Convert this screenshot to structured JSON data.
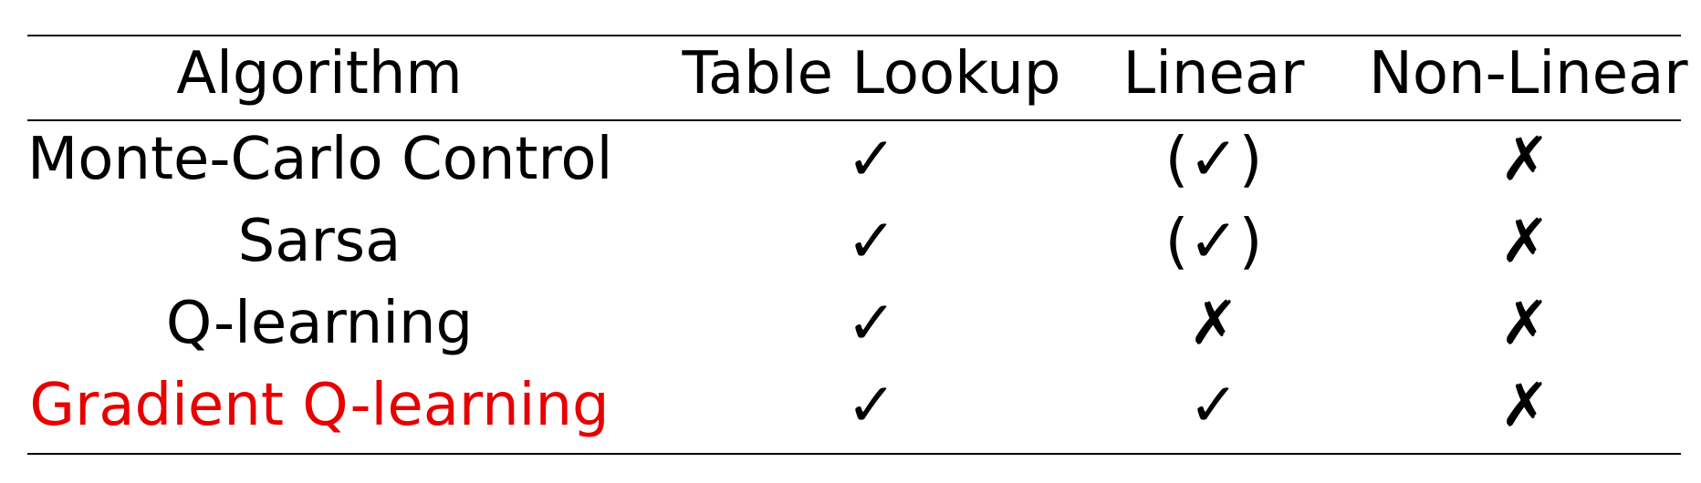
{
  "table": {
    "headers": [
      "Algorithm",
      "Table Lookup",
      "Linear",
      "Non-Linear"
    ],
    "rows": [
      {
        "algorithm": "Monte-Carlo Control",
        "table_lookup": "✓",
        "linear": "(✓)",
        "non_linear": "✗",
        "color": "#000000"
      },
      {
        "algorithm": "Sarsa",
        "table_lookup": "✓",
        "linear": "(✓)",
        "non_linear": "✗",
        "color": "#000000"
      },
      {
        "algorithm": "Q-learning",
        "table_lookup": "✓",
        "linear": "✗",
        "non_linear": "✗",
        "color": "#000000"
      },
      {
        "algorithm": "Gradient Q-learning",
        "table_lookup": "✓",
        "linear": "✓",
        "non_linear": "✗",
        "color": "#e60000"
      }
    ]
  }
}
